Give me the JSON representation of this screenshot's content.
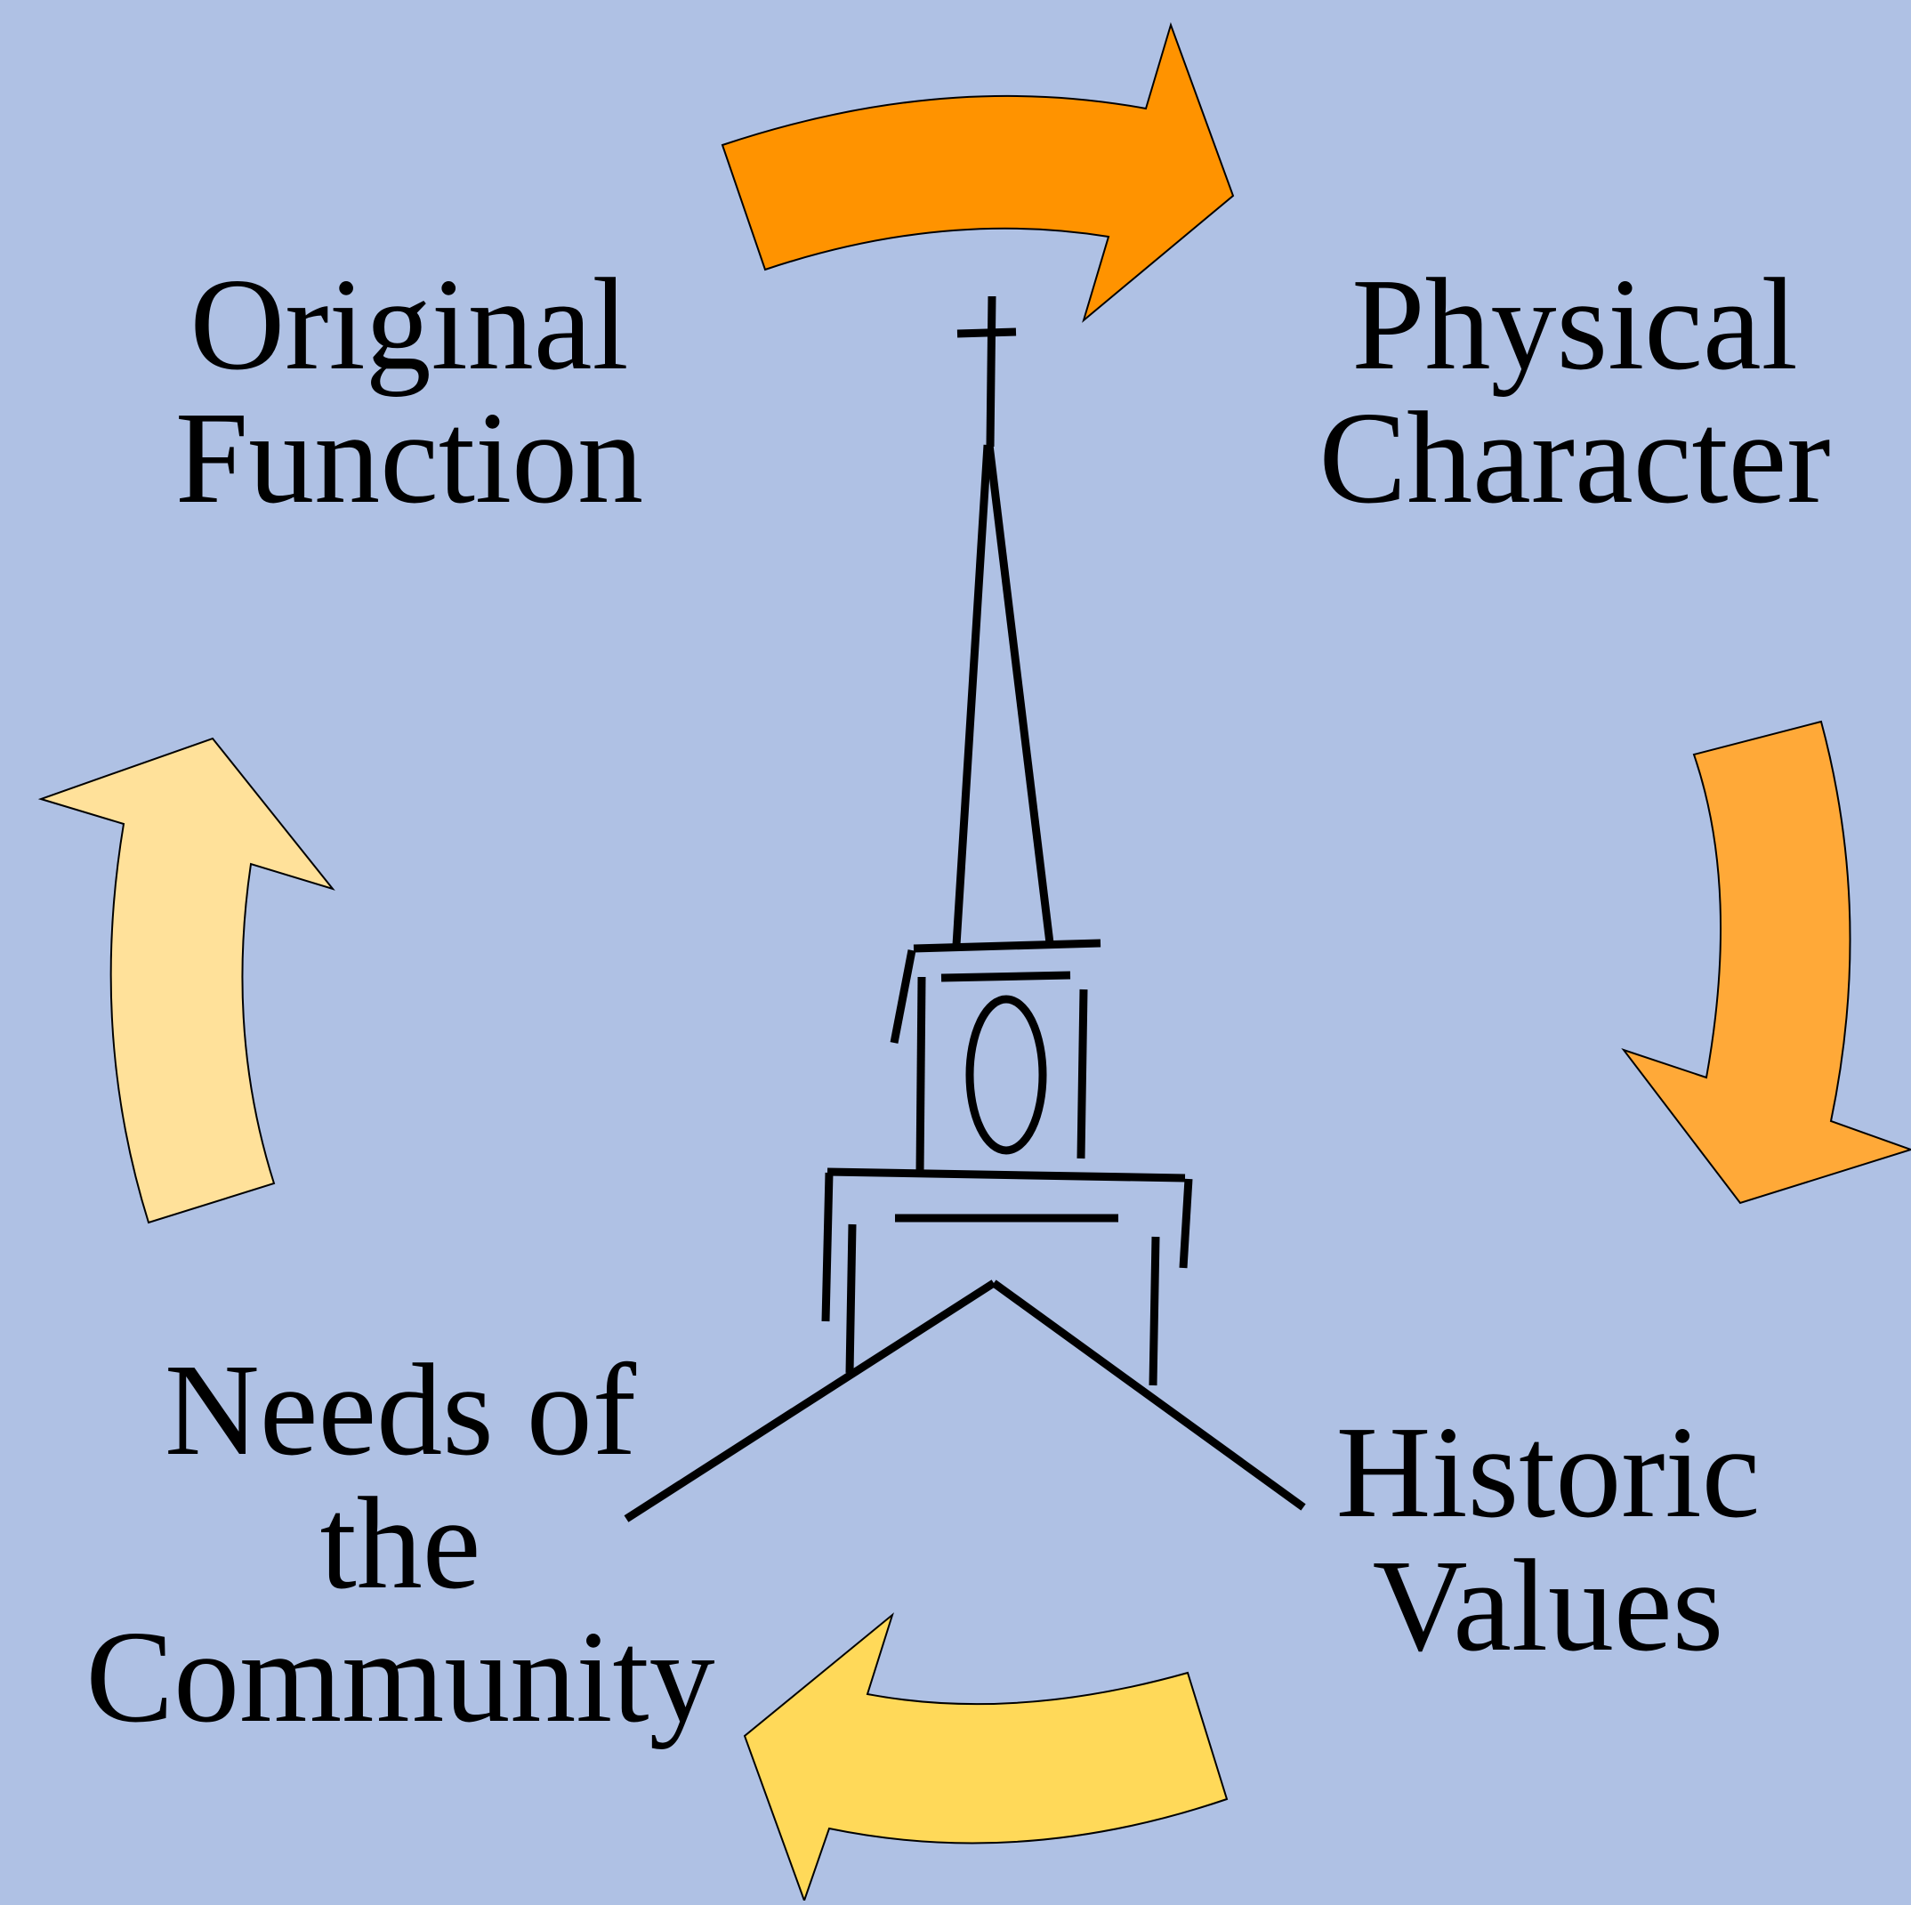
{
  "background_color": "#AFC1E4",
  "labels": {
    "original_function": [
      "Original",
      "Function"
    ],
    "physical_character": [
      "Physical",
      "Character"
    ],
    "historic_values": [
      "Historic",
      "Values"
    ],
    "needs_of_community": [
      "Needs of",
      "the",
      "Community"
    ]
  },
  "arrows": {
    "top": {
      "color": "#FF9300",
      "direction": "right"
    },
    "right": {
      "color": "#FFA938",
      "direction": "down"
    },
    "bottom": {
      "color": "#FFD959",
      "direction": "left"
    },
    "left": {
      "color": "#FFE19A",
      "direction": "up"
    }
  },
  "illustration": {
    "name": "church-steeple-icon",
    "stroke_color": "#000000"
  }
}
